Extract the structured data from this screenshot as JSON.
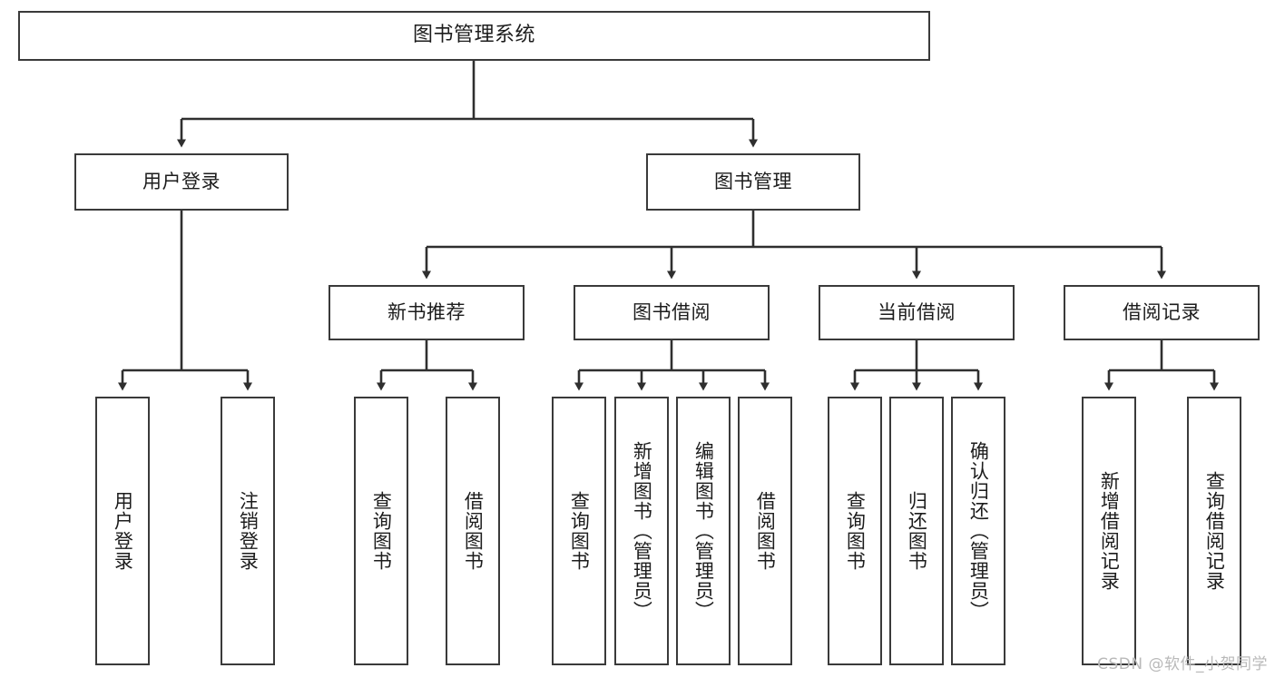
{
  "diagram": {
    "title": "图书管理系统",
    "type": "tree-hierarchy",
    "watermark": "CSDN @软件_小贺同学",
    "root": {
      "id": "root",
      "label": "图书管理系统"
    },
    "level2": [
      {
        "id": "user-login",
        "label": "用户登录"
      },
      {
        "id": "book-management",
        "label": "图书管理"
      }
    ],
    "level3": [
      {
        "id": "new-book-recommend",
        "label": "新书推荐",
        "parent": "book-management"
      },
      {
        "id": "book-borrow",
        "label": "图书借阅",
        "parent": "book-management"
      },
      {
        "id": "current-borrow",
        "label": "当前借阅",
        "parent": "book-management"
      },
      {
        "id": "borrow-record",
        "label": "借阅记录",
        "parent": "book-management"
      }
    ],
    "leaves": [
      {
        "id": "leaf-user-login",
        "label": "用户登录",
        "parent": "user-login"
      },
      {
        "id": "leaf-logout-login",
        "label": "注销登录",
        "parent": "user-login"
      },
      {
        "id": "leaf-query-book-1",
        "label": "查询图书",
        "parent": "new-book-recommend"
      },
      {
        "id": "leaf-borrow-book-1",
        "label": "借阅图书",
        "parent": "new-book-recommend"
      },
      {
        "id": "leaf-query-book-2",
        "label": "查询图书",
        "parent": "book-borrow"
      },
      {
        "id": "leaf-add-book",
        "label": "新增图书（管理员）",
        "parent": "book-borrow"
      },
      {
        "id": "leaf-edit-book",
        "label": "编辑图书（管理员）",
        "parent": "book-borrow"
      },
      {
        "id": "leaf-borrow-book-2",
        "label": "借阅图书",
        "parent": "book-borrow"
      },
      {
        "id": "leaf-query-book-3",
        "label": "查询图书",
        "parent": "current-borrow"
      },
      {
        "id": "leaf-return-book",
        "label": "归还图书",
        "parent": "current-borrow"
      },
      {
        "id": "leaf-confirm-return",
        "label": "确认归还（管理员）",
        "parent": "current-borrow"
      },
      {
        "id": "leaf-add-record",
        "label": "新增借阅记录",
        "parent": "borrow-record"
      },
      {
        "id": "leaf-query-record",
        "label": "查询借阅记录",
        "parent": "borrow-record"
      }
    ],
    "colors": {
      "stroke": "#3a3a3a",
      "fill": "#ffffff",
      "text": "#1c1c1c",
      "watermark": "#b9b9b9"
    }
  }
}
